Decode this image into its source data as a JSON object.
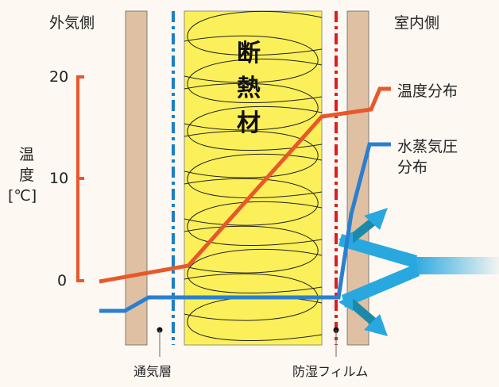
{
  "labels": {
    "outside": "外気側",
    "inside": "室内側",
    "insulation": [
      "断",
      "熱",
      "材"
    ],
    "temperature_distribution": "温度分布",
    "vapor_pressure": [
      "水蒸気圧",
      "分布"
    ],
    "air_layer": "通気層",
    "vapor_barrier": "防湿フィルム"
  },
  "axis": {
    "title": [
      "温",
      "度"
    ],
    "unit": "[℃]",
    "ticks": [
      "20",
      "10",
      "0"
    ]
  },
  "colors": {
    "background": "#fdf8f2",
    "board": "#dfc0a2",
    "insulation": "#fbf05a",
    "temperature": "#e8582a",
    "vapor": "#2a7fd0",
    "air_layer_line": "#1a7fc8",
    "barrier_line": "#e01c1c",
    "moisture_arrow": "#29a8e0"
  }
}
